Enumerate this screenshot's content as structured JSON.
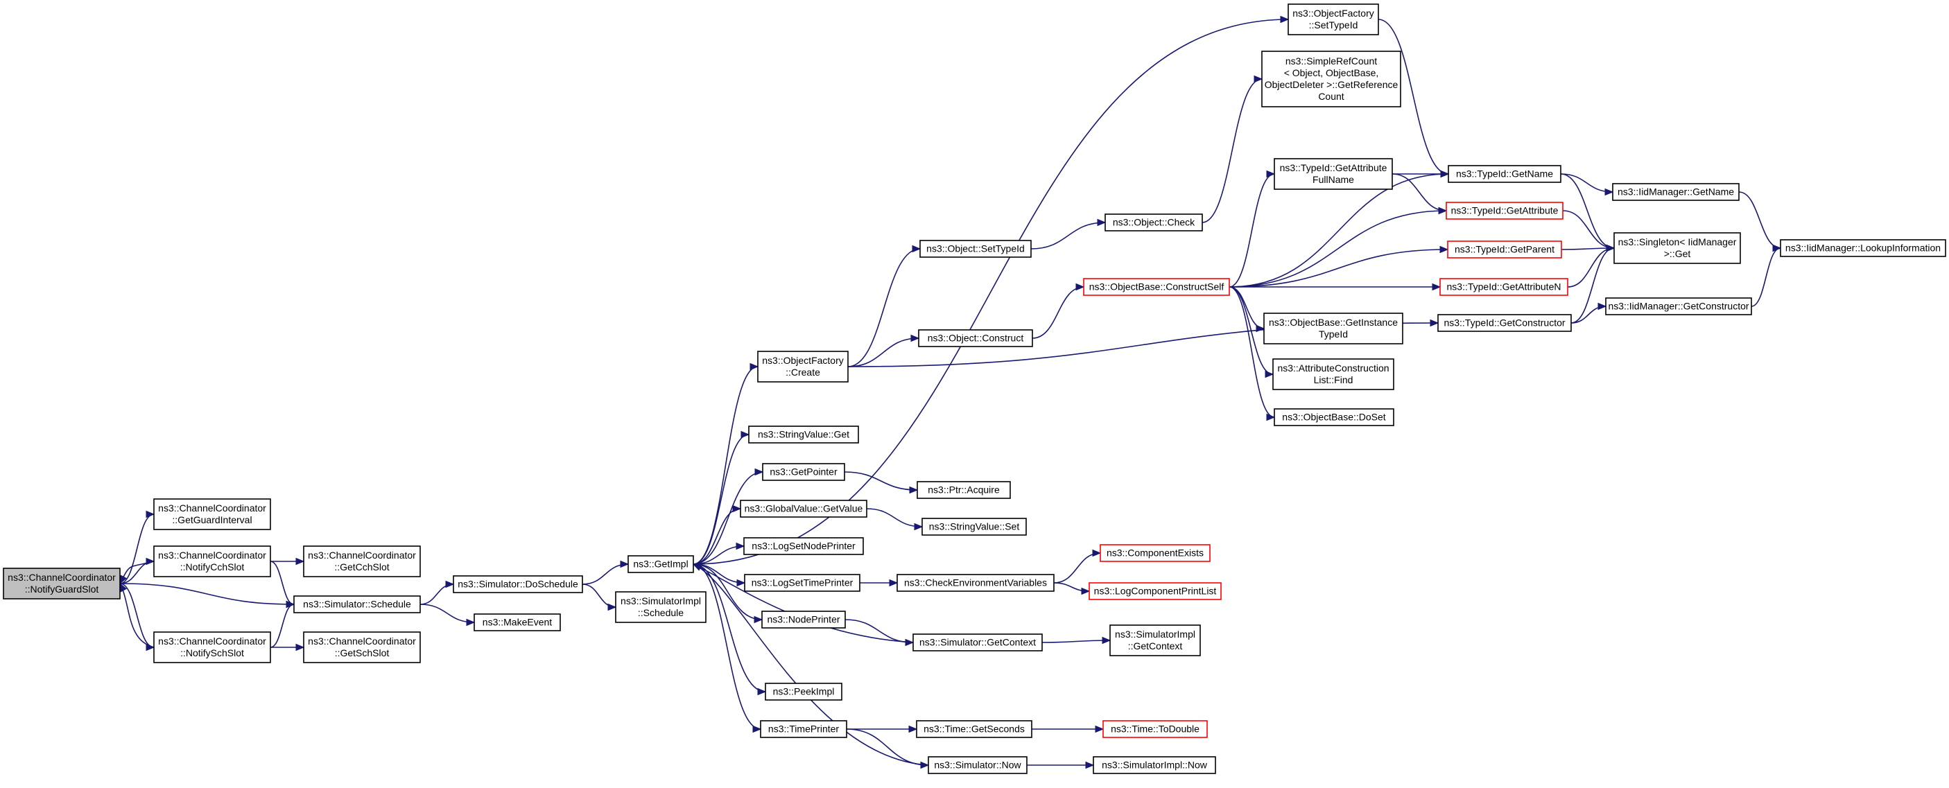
{
  "colors": {
    "edge": "#191970",
    "node_border": "#000000",
    "node_border_truncated": "#ff0000",
    "node_fill": "#ffffff",
    "root_fill": "#bfbfbf"
  },
  "nodes": [
    {
      "id": "notify_guard_slot",
      "lines": [
        "ns3::ChannelCoordinator",
        "::NotifyGuardSlot"
      ],
      "style": "root"
    },
    {
      "id": "get_guard_interval",
      "lines": [
        "ns3::ChannelCoordinator",
        "::GetGuardInterval"
      ],
      "style": "normal"
    },
    {
      "id": "notify_cch_slot",
      "lines": [
        "ns3::ChannelCoordinator",
        "::NotifyCchSlot"
      ],
      "style": "normal"
    },
    {
      "id": "notify_sch_slot",
      "lines": [
        "ns3::ChannelCoordinator",
        "::NotifySchSlot"
      ],
      "style": "normal"
    },
    {
      "id": "get_cch_slot",
      "lines": [
        "ns3::ChannelCoordinator",
        "::GetCchSlot"
      ],
      "style": "normal"
    },
    {
      "id": "get_sch_slot",
      "lines": [
        "ns3::ChannelCoordinator",
        "::GetSchSlot"
      ],
      "style": "normal"
    },
    {
      "id": "sim_schedule",
      "lines": [
        "ns3::Simulator::Schedule"
      ],
      "style": "normal"
    },
    {
      "id": "sim_do_schedule",
      "lines": [
        "ns3::Simulator::DoSchedule"
      ],
      "style": "normal"
    },
    {
      "id": "make_event",
      "lines": [
        "ns3::MakeEvent"
      ],
      "style": "normal"
    },
    {
      "id": "get_impl",
      "lines": [
        "ns3::GetImpl"
      ],
      "style": "normal"
    },
    {
      "id": "simimpl_schedule",
      "lines": [
        "ns3::SimulatorImpl",
        "::Schedule"
      ],
      "style": "normal"
    },
    {
      "id": "of_create",
      "lines": [
        "ns3::ObjectFactory",
        "::Create"
      ],
      "style": "normal"
    },
    {
      "id": "string_value_get",
      "lines": [
        "ns3::StringValue::Get"
      ],
      "style": "normal"
    },
    {
      "id": "get_pointer",
      "lines": [
        "ns3::GetPointer"
      ],
      "style": "normal"
    },
    {
      "id": "ptr_acquire",
      "lines": [
        "ns3::Ptr::Acquire"
      ],
      "style": "normal"
    },
    {
      "id": "global_value_get",
      "lines": [
        "ns3::GlobalValue::GetValue"
      ],
      "style": "normal"
    },
    {
      "id": "string_value_set",
      "lines": [
        "ns3::StringValue::Set"
      ],
      "style": "normal"
    },
    {
      "id": "log_set_node_printer",
      "lines": [
        "ns3::LogSetNodePrinter"
      ],
      "style": "normal"
    },
    {
      "id": "log_set_time_printer",
      "lines": [
        "ns3::LogSetTimePrinter"
      ],
      "style": "normal"
    },
    {
      "id": "check_env_vars",
      "lines": [
        "ns3::CheckEnvironmentVariables"
      ],
      "style": "normal"
    },
    {
      "id": "component_exists",
      "lines": [
        "ns3::ComponentExists"
      ],
      "style": "truncated"
    },
    {
      "id": "log_component_print_list",
      "lines": [
        "ns3::LogComponentPrintList"
      ],
      "style": "truncated"
    },
    {
      "id": "node_printer",
      "lines": [
        "ns3::NodePrinter"
      ],
      "style": "normal"
    },
    {
      "id": "sim_get_context",
      "lines": [
        "ns3::Simulator::GetContext"
      ],
      "style": "normal"
    },
    {
      "id": "simimpl_get_context",
      "lines": [
        "ns3::SimulatorImpl",
        "::GetContext"
      ],
      "style": "normal"
    },
    {
      "id": "peek_impl",
      "lines": [
        "ns3::PeekImpl"
      ],
      "style": "normal"
    },
    {
      "id": "time_printer",
      "lines": [
        "ns3::TimePrinter"
      ],
      "style": "normal"
    },
    {
      "id": "time_get_seconds",
      "lines": [
        "ns3::Time::GetSeconds"
      ],
      "style": "normal"
    },
    {
      "id": "time_to_double",
      "lines": [
        "ns3::Time::ToDouble"
      ],
      "style": "truncated"
    },
    {
      "id": "sim_now",
      "lines": [
        "ns3::Simulator::Now"
      ],
      "style": "normal"
    },
    {
      "id": "simimpl_now",
      "lines": [
        "ns3::SimulatorImpl::Now"
      ],
      "style": "normal"
    },
    {
      "id": "object_set_type_id",
      "lines": [
        "ns3::Object::SetTypeId"
      ],
      "style": "normal"
    },
    {
      "id": "object_check",
      "lines": [
        "ns3::Object::Check"
      ],
      "style": "normal"
    },
    {
      "id": "object_construct",
      "lines": [
        "ns3::Object::Construct"
      ],
      "style": "normal"
    },
    {
      "id": "of_set_type_id",
      "lines": [
        "ns3::ObjectFactory",
        "::SetTypeId"
      ],
      "style": "normal"
    },
    {
      "id": "simple_ref_count",
      "lines": [
        "ns3::SimpleRefCount",
        "< Object, ObjectBase,",
        "ObjectDeleter >::GetReference",
        "Count"
      ],
      "style": "normal"
    },
    {
      "id": "ob_construct_self",
      "lines": [
        "ns3::ObjectBase::ConstructSelf"
      ],
      "style": "truncated"
    },
    {
      "id": "typeid_get_attr_full_name",
      "lines": [
        "ns3::TypeId::GetAttribute",
        "FullName"
      ],
      "style": "normal"
    },
    {
      "id": "ob_get_instance_type_id",
      "lines": [
        "ns3::ObjectBase::GetInstance",
        "TypeId"
      ],
      "style": "normal"
    },
    {
      "id": "acl_find",
      "lines": [
        "ns3::AttributeConstruction",
        "List::Find"
      ],
      "style": "normal"
    },
    {
      "id": "ob_do_set",
      "lines": [
        "ns3::ObjectBase::DoSet"
      ],
      "style": "normal"
    },
    {
      "id": "typeid_get_name",
      "lines": [
        "ns3::TypeId::GetName"
      ],
      "style": "normal"
    },
    {
      "id": "typeid_get_attribute",
      "lines": [
        "ns3::TypeId::GetAttribute"
      ],
      "style": "truncated"
    },
    {
      "id": "typeid_get_parent",
      "lines": [
        "ns3::TypeId::GetParent"
      ],
      "style": "truncated"
    },
    {
      "id": "typeid_get_attribute_n",
      "lines": [
        "ns3::TypeId::GetAttributeN"
      ],
      "style": "truncated"
    },
    {
      "id": "typeid_get_constructor",
      "lines": [
        "ns3::TypeId::GetConstructor"
      ],
      "style": "normal"
    },
    {
      "id": "iid_get_name",
      "lines": [
        "ns3::IidManager::GetName"
      ],
      "style": "normal"
    },
    {
      "id": "singleton_get",
      "lines": [
        "ns3::Singleton< IidManager",
        ">::Get"
      ],
      "style": "normal"
    },
    {
      "id": "iid_get_constructor",
      "lines": [
        "ns3::IidManager::GetConstructor"
      ],
      "style": "normal"
    },
    {
      "id": "iid_lookup_information",
      "lines": [
        "ns3::IidManager::LookupInformation"
      ],
      "style": "normal"
    }
  ],
  "edges": [
    [
      "notify_guard_slot",
      "get_guard_interval"
    ],
    [
      "notify_guard_slot",
      "notify_cch_slot"
    ],
    [
      "notify_guard_slot",
      "sim_schedule"
    ],
    [
      "notify_guard_slot",
      "notify_sch_slot"
    ],
    [
      "notify_cch_slot",
      "notify_guard_slot"
    ],
    [
      "notify_cch_slot",
      "get_cch_slot"
    ],
    [
      "notify_cch_slot",
      "sim_schedule"
    ],
    [
      "notify_sch_slot",
      "notify_guard_slot"
    ],
    [
      "notify_sch_slot",
      "sim_schedule"
    ],
    [
      "notify_sch_slot",
      "get_sch_slot"
    ],
    [
      "sim_schedule",
      "sim_do_schedule"
    ],
    [
      "sim_schedule",
      "make_event"
    ],
    [
      "sim_do_schedule",
      "get_impl"
    ],
    [
      "sim_do_schedule",
      "simimpl_schedule"
    ],
    [
      "get_impl",
      "of_set_type_id"
    ],
    [
      "get_impl",
      "of_create"
    ],
    [
      "get_impl",
      "string_value_get"
    ],
    [
      "get_impl",
      "get_pointer"
    ],
    [
      "get_impl",
      "global_value_get"
    ],
    [
      "get_impl",
      "log_set_node_printer"
    ],
    [
      "get_impl",
      "log_set_time_printer"
    ],
    [
      "get_impl",
      "node_printer"
    ],
    [
      "get_impl",
      "peek_impl"
    ],
    [
      "get_impl",
      "time_printer"
    ],
    [
      "sim_get_context",
      "get_impl"
    ],
    [
      "sim_now",
      "get_impl"
    ],
    [
      "of_create",
      "object_set_type_id"
    ],
    [
      "of_create",
      "object_construct"
    ],
    [
      "of_create",
      "typeid_get_constructor"
    ],
    [
      "object_set_type_id",
      "object_check"
    ],
    [
      "object_check",
      "simple_ref_count"
    ],
    [
      "object_construct",
      "ob_construct_self"
    ],
    [
      "get_pointer",
      "ptr_acquire"
    ],
    [
      "global_value_get",
      "string_value_set"
    ],
    [
      "log_set_time_printer",
      "check_env_vars"
    ],
    [
      "check_env_vars",
      "component_exists"
    ],
    [
      "check_env_vars",
      "log_component_print_list"
    ],
    [
      "node_printer",
      "sim_get_context"
    ],
    [
      "sim_get_context",
      "simimpl_get_context"
    ],
    [
      "time_printer",
      "time_get_seconds"
    ],
    [
      "time_printer",
      "sim_now"
    ],
    [
      "time_get_seconds",
      "time_to_double"
    ],
    [
      "sim_now",
      "simimpl_now"
    ],
    [
      "of_set_type_id",
      "typeid_get_name"
    ],
    [
      "ob_construct_self",
      "typeid_get_attr_full_name"
    ],
    [
      "ob_construct_self",
      "typeid_get_name"
    ],
    [
      "ob_construct_self",
      "typeid_get_attribute"
    ],
    [
      "ob_construct_self",
      "typeid_get_parent"
    ],
    [
      "ob_construct_self",
      "typeid_get_attribute_n"
    ],
    [
      "ob_construct_self",
      "ob_get_instance_type_id"
    ],
    [
      "ob_construct_self",
      "acl_find"
    ],
    [
      "ob_construct_self",
      "ob_do_set"
    ],
    [
      "typeid_get_attr_full_name",
      "typeid_get_name"
    ],
    [
      "typeid_get_attr_full_name",
      "typeid_get_attribute"
    ],
    [
      "typeid_get_name",
      "iid_get_name"
    ],
    [
      "typeid_get_name",
      "singleton_get"
    ],
    [
      "typeid_get_attribute",
      "singleton_get"
    ],
    [
      "typeid_get_parent",
      "singleton_get"
    ],
    [
      "typeid_get_attribute_n",
      "singleton_get"
    ],
    [
      "typeid_get_constructor",
      "singleton_get"
    ],
    [
      "typeid_get_constructor",
      "iid_get_constructor"
    ],
    [
      "iid_get_name",
      "iid_lookup_information"
    ],
    [
      "iid_get_constructor",
      "iid_lookup_information"
    ]
  ]
}
